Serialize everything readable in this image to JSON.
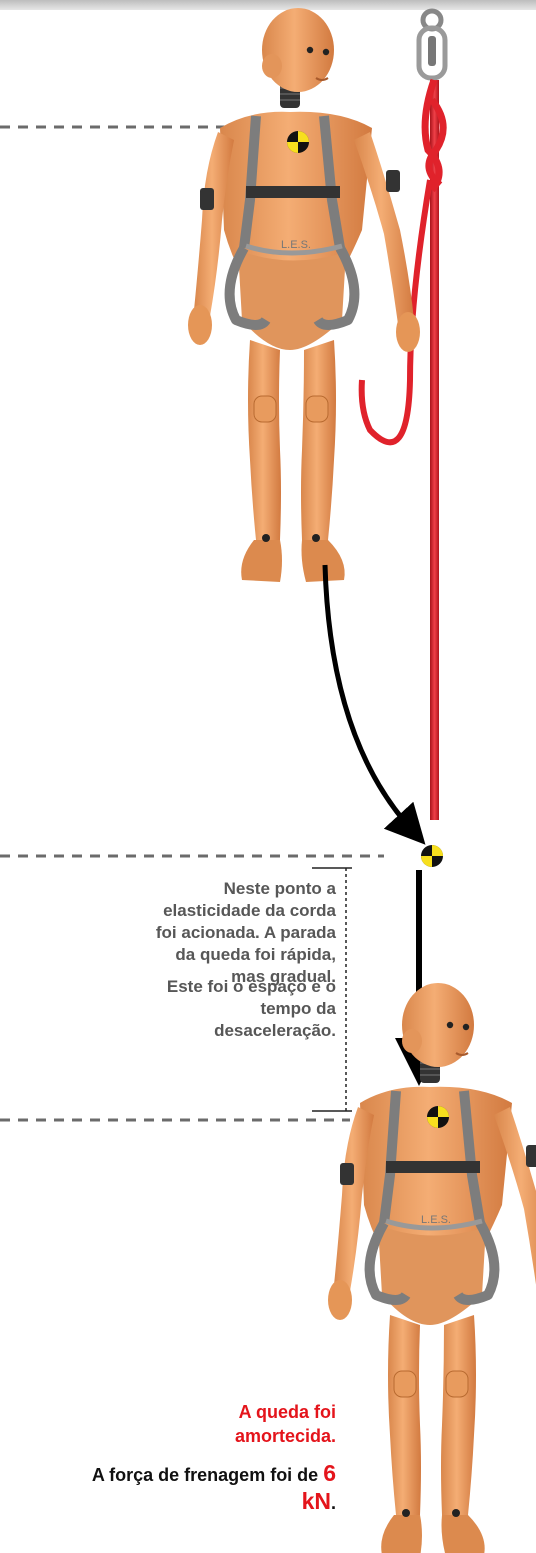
{
  "notes": {
    "elasticity": "Neste ponto a elasticidade da corda foi acionada. A parada da queda foi rápida, mas gradual.",
    "deceleration": "Este foi o espaço e o tempo da desaceleração.",
    "cushioned": "A queda foi amortecida.",
    "force_prefix": "A força de frenagem foi de ",
    "force_value": "6 kN",
    "force_suffix": "."
  },
  "figure": {
    "harness_label_top": "L.E.S.",
    "harness_label_bottom": "L.E.S."
  },
  "colors": {
    "skin": "#f0a064",
    "skin_shade": "#d47c42",
    "harness": "#8c8c8c",
    "rope": "#e0222b",
    "accent": "#e4141b",
    "marker_yellow": "#f7df1e",
    "guide_dash": "#666666",
    "arrow": "#000000"
  },
  "icons": {
    "anchor": "carabiner-icon",
    "impact_marker": "crash-test-marker-icon"
  }
}
